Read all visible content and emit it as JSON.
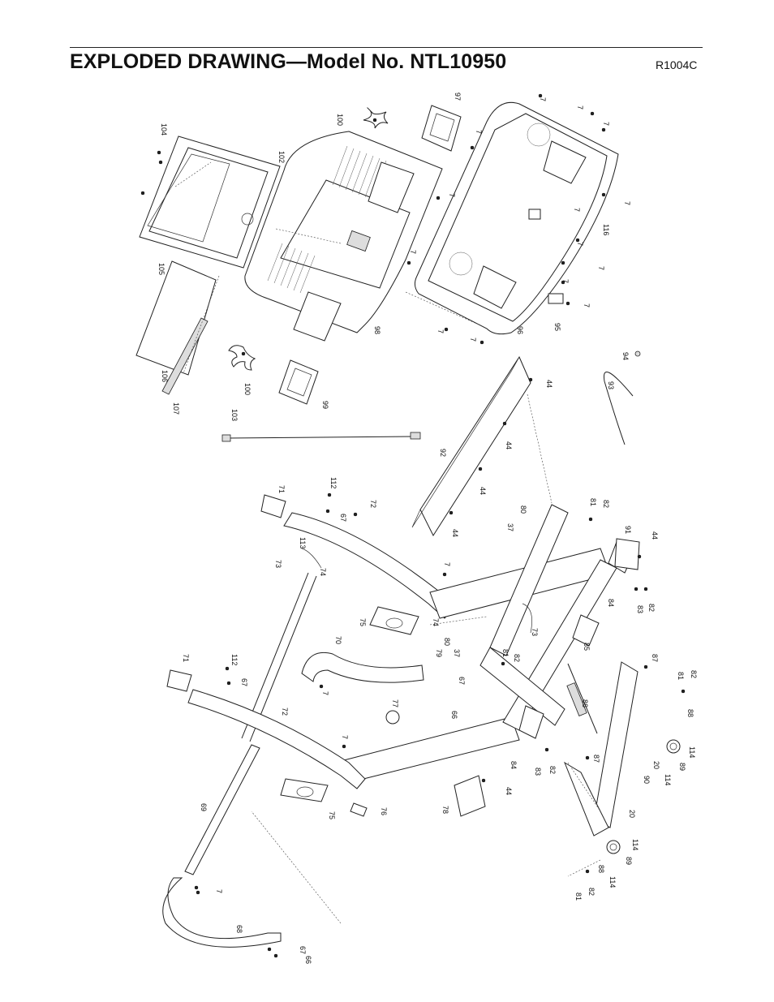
{
  "header": {
    "title": "EXPLODED DRAWING—Model No. NTL10950",
    "revision": "R1004C"
  },
  "callouts": [
    "104",
    "102",
    "100",
    "97",
    "7",
    "7",
    "7",
    "7",
    "7",
    "7",
    "7",
    "7",
    "7",
    "7",
    "7",
    "7",
    "116",
    "7",
    "7",
    "105",
    "106",
    "107",
    "100",
    "98",
    "99",
    "96",
    "95",
    "103",
    "94",
    "93",
    "44",
    "92",
    "44",
    "44",
    "44",
    "80",
    "37",
    "81",
    "82",
    "91",
    "44",
    "71",
    "112",
    "72",
    "67",
    "113",
    "73",
    "74",
    "7",
    "75",
    "74",
    "73",
    "84",
    "83",
    "82",
    "70",
    "79",
    "80",
    "37",
    "81",
    "82",
    "85",
    "87",
    "71",
    "112",
    "67",
    "72",
    "7",
    "66",
    "67",
    "77",
    "86",
    "81",
    "82",
    "88",
    "114",
    "20",
    "89",
    "114",
    "7",
    "84",
    "83",
    "82",
    "87",
    "90",
    "69",
    "75",
    "76",
    "78",
    "44",
    "20",
    "114",
    "88",
    "89",
    "114",
    "81",
    "82",
    "68",
    "7",
    "67",
    "66"
  ]
}
